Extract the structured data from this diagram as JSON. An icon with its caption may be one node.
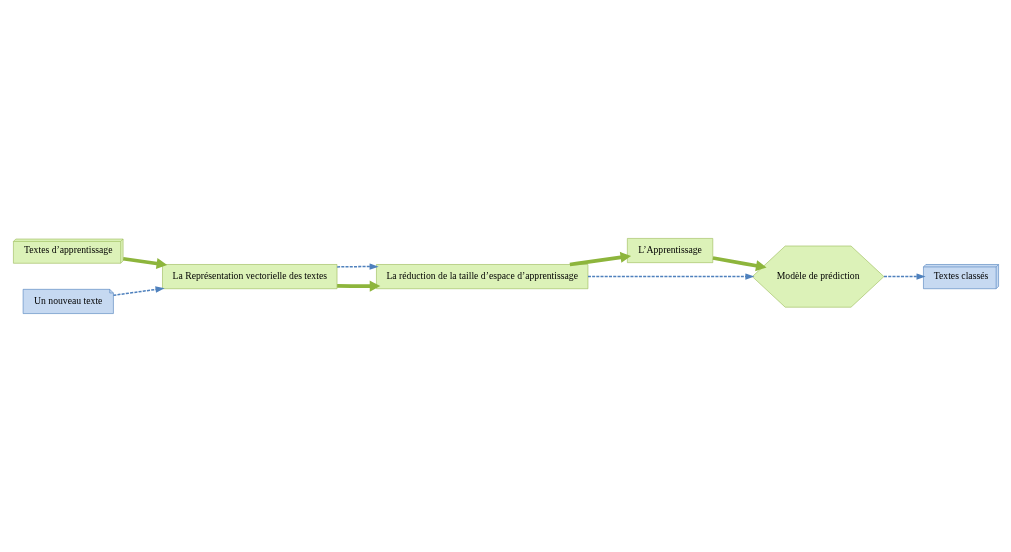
{
  "diagram": {
    "nodes": [
      {
        "text": [
          "Textes d’apprentissage"
        ]
      },
      {
        "text": [
          "La Représentation vectorielle des textes"
        ]
      },
      {
        "text": [
          "Un nouveau texte"
        ]
      },
      {
        "text": [
          "L’Apprentissage"
        ]
      },
      {
        "text": [
          "La réduction de la taille d’espace d’apprentissage"
        ]
      },
      {
        "text": [
          "Modèle de prédiction"
        ]
      },
      {
        "text": [
          "Textes classés"
        ]
      }
    ],
    "edges": [
      {
        "from": 0,
        "to": 1,
        "arrow": "to",
        "style": "thick",
        "color": "#8db53c"
      },
      {
        "from": 2,
        "to": 1,
        "arrow": "to",
        "style": "dashed",
        "color": "#4f81bd"
      },
      {
        "from": 1,
        "to": 4,
        "arrow": "to",
        "style": "thick",
        "color": "#8db53c"
      },
      {
        "from": 1,
        "to": 4,
        "arrow": "to",
        "style": "dashed",
        "color": "#4f81bd"
      },
      {
        "from": 4,
        "to": 3,
        "arrow": "to",
        "style": "thick",
        "color": "#8db53c"
      },
      {
        "from": 3,
        "to": 5,
        "arrow": "to",
        "style": "thick",
        "color": "#8db53c"
      },
      {
        "from": 4,
        "to": 5,
        "arrow": "to",
        "style": "dashed",
        "color": "#4f81bd"
      },
      {
        "from": 5,
        "to": 6,
        "arrow": "to",
        "style": "dashed",
        "color": "#4f81bd"
      }
    ]
  }
}
